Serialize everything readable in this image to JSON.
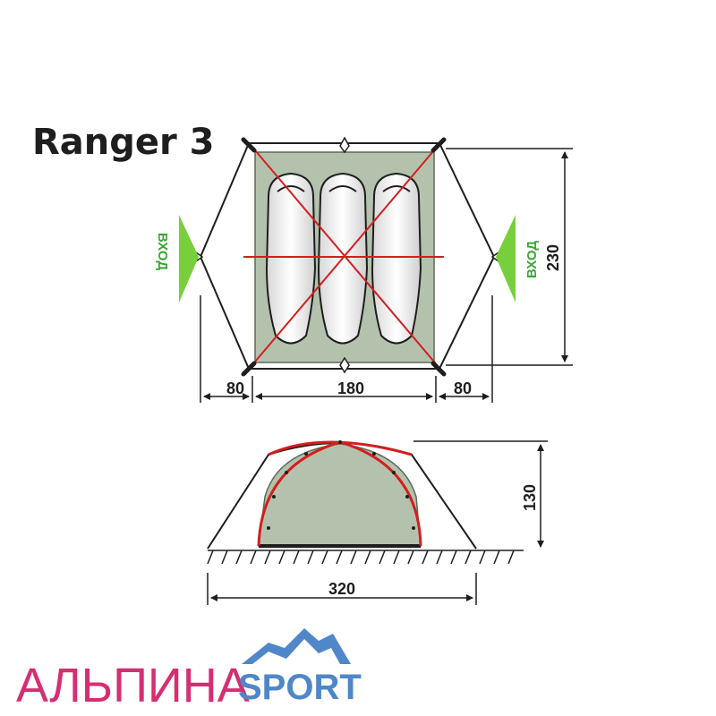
{
  "title": "Ranger 3",
  "entrance_label": "ВХОД",
  "dimensions": {
    "vestibule_left": "80",
    "inner_width": "180",
    "vestibule_right": "80",
    "length": "230",
    "height": "130",
    "total_length": "320"
  },
  "brand": {
    "name": "АЛЬПИНА",
    "suffix": "SPORT"
  },
  "colors": {
    "inner_tent": "#b4c2ad",
    "poles": "#d21f1f",
    "entrance": "#77cf3b",
    "brand_pink": "#d62e72",
    "brand_blue": "#4f87c8",
    "line": "#1e1e1e"
  },
  "sleeping_bags": 3
}
